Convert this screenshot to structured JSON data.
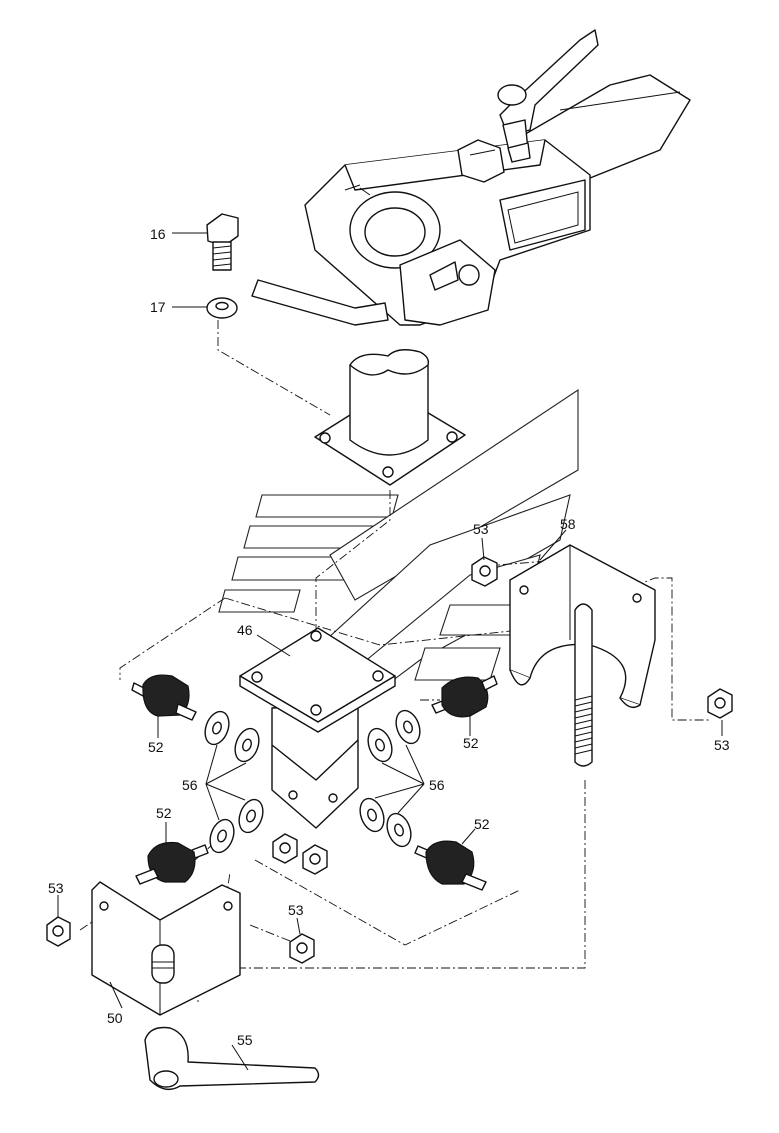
{
  "labels": {
    "l16": "16",
    "l17": "17",
    "l46": "46",
    "l50": "50",
    "l52a": "52",
    "l52b": "52",
    "l52c": "52",
    "l52d": "52",
    "l53a": "53",
    "l53b": "53",
    "l53c": "53",
    "l53d": "53",
    "l55": "55",
    "l56a": "56",
    "l56b": "56",
    "l58": "58"
  }
}
